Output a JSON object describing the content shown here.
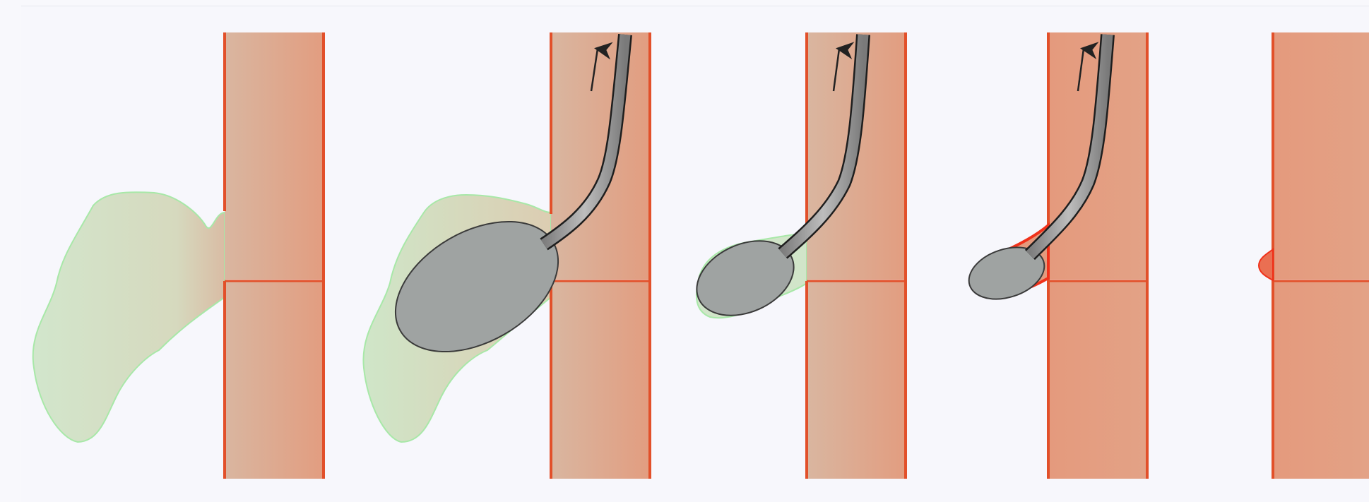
{
  "figure": {
    "panel_count": 5,
    "panels": [
      {
        "id": "panel-1",
        "cavity": "large",
        "balloon": "none",
        "catheter": false,
        "arrow": false
      },
      {
        "id": "panel-2",
        "cavity": "large",
        "balloon": "large",
        "catheter": true,
        "arrow": true
      },
      {
        "id": "panel-3",
        "cavity": "medium",
        "balloon": "medium",
        "catheter": true,
        "arrow": true
      },
      {
        "id": "panel-4",
        "cavity": "small",
        "balloon": "small",
        "catheter": true,
        "arrow": true
      },
      {
        "id": "panel-5",
        "cavity": "sealed",
        "balloon": "none",
        "catheter": false,
        "arrow": false
      }
    ]
  },
  "colors": {
    "background": "#f7f7fc",
    "vessel_light": "#d9b39a",
    "vessel_dark": "#e39a7c",
    "vessel_wall": "#e2502a",
    "cavity_fill": "#d4e5cc",
    "cavity_edge": "#a6e6a6",
    "balloon_fill": "#9fa3a2",
    "balloon_edge": "#3a3a3a",
    "catheter_fill": "#a2a2a2",
    "catheter_edge": "#222222",
    "arrow": "#222222",
    "bleed_edge": "#f0311a"
  }
}
